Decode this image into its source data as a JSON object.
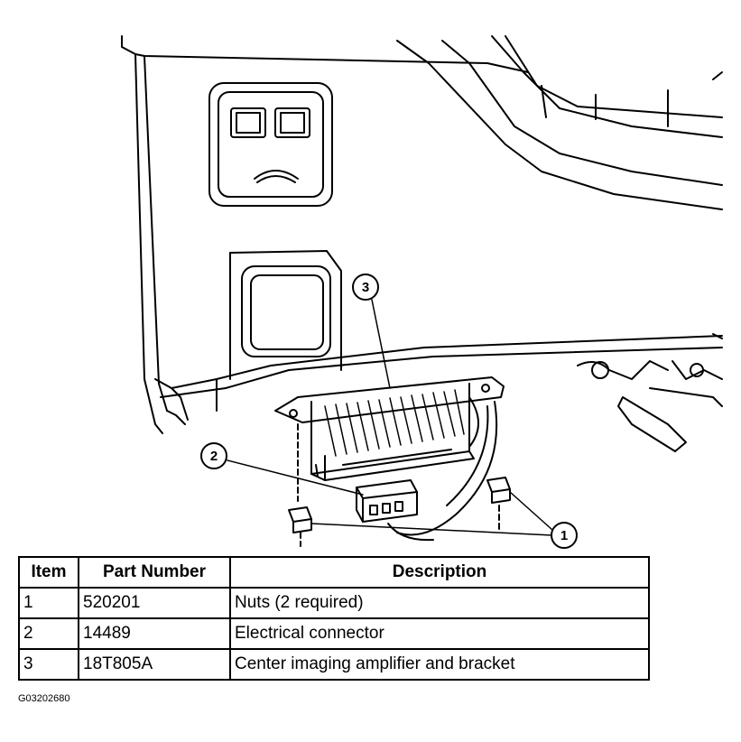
{
  "callouts": [
    "1",
    "2",
    "3"
  ],
  "table": {
    "headers": [
      "Item",
      "Part Number",
      "Description"
    ],
    "rows": [
      [
        "1",
        "520201",
        "Nuts (2 required)"
      ],
      [
        "2",
        "14489",
        "Electrical connector"
      ],
      [
        "3",
        "18T805A",
        "Center imaging amplifier and bracket"
      ]
    ]
  },
  "figure_id": "G03202680"
}
